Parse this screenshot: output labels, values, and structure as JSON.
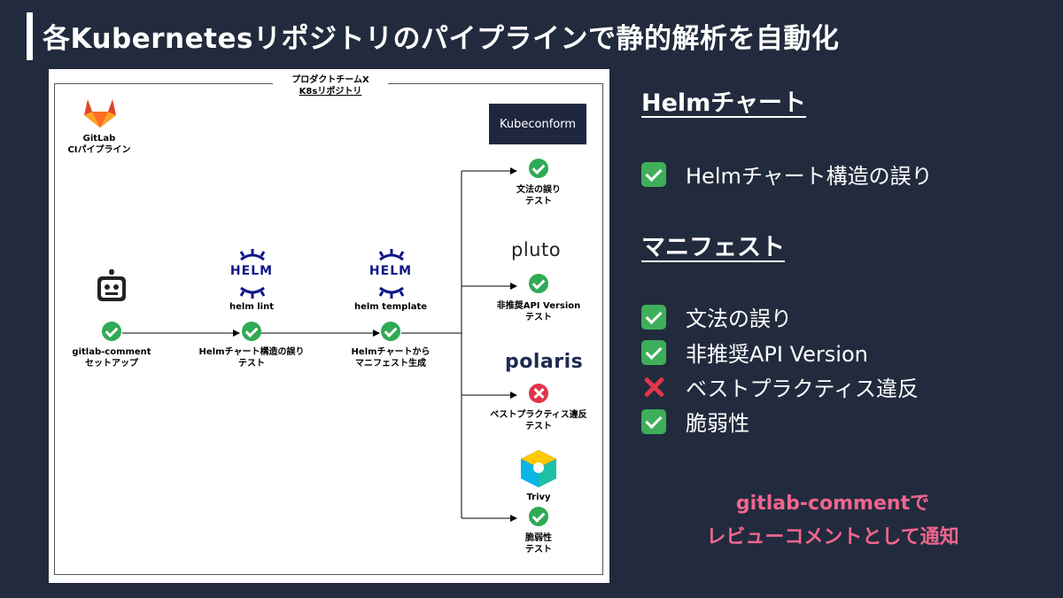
{
  "title": "各Kubernetesリポジトリのパイプラインで静的解析を自動化",
  "diagram": {
    "team_label": "プロダクトチームX",
    "repo_label": "K8sリポジトリ",
    "gitlab": {
      "line1": "GitLab",
      "line2": "CIパイプライン"
    },
    "steps": [
      {
        "label1": "gitlab-comment",
        "label2": "セットアップ",
        "status": "ok",
        "icon": "robot-icon"
      },
      {
        "tool": "helm lint",
        "label1": "Helmチャート構造の誤り",
        "label2": "テスト",
        "status": "ok",
        "icon": "helm-icon"
      },
      {
        "tool": "helm template",
        "label1": "Helmチャートから",
        "label2": "マニフェスト生成",
        "status": "ok",
        "icon": "helm-icon"
      }
    ],
    "helm_text": "HELM",
    "branches": [
      {
        "tool": "Kubeconform",
        "label1": "文法の誤り",
        "label2": "テスト",
        "status": "ok"
      },
      {
        "tool": "pluto",
        "label1": "非推奨API Version",
        "label2": "テスト",
        "status": "ok"
      },
      {
        "tool": "polaris",
        "label1": "ベストプラクティス違反",
        "label2": "テスト",
        "status": "ng"
      },
      {
        "tool": "Trivy",
        "label1": "脆弱性",
        "label2": "テスト",
        "status": "ok"
      }
    ]
  },
  "summary": {
    "helm_heading": "Helmチャート",
    "helm_items": [
      {
        "text": "Helmチャート構造の誤り",
        "status": "ok"
      }
    ],
    "manifest_heading": "マニフェスト",
    "manifest_items": [
      {
        "text": "文法の誤り",
        "status": "ok"
      },
      {
        "text": "非推奨API Version",
        "status": "ok"
      },
      {
        "text": "ベストプラクティス違反",
        "status": "ng"
      },
      {
        "text": "脆弱性",
        "status": "ok"
      }
    ],
    "notify_line1": "gitlab-commentで",
    "notify_line2": "レビューコメントとして通知"
  },
  "colors": {
    "background": "#222b3d",
    "accent_pink": "#f0658e",
    "ok_green": "#3fae5a",
    "ng_red": "#e3364b",
    "helm_navy": "#0f1689"
  }
}
